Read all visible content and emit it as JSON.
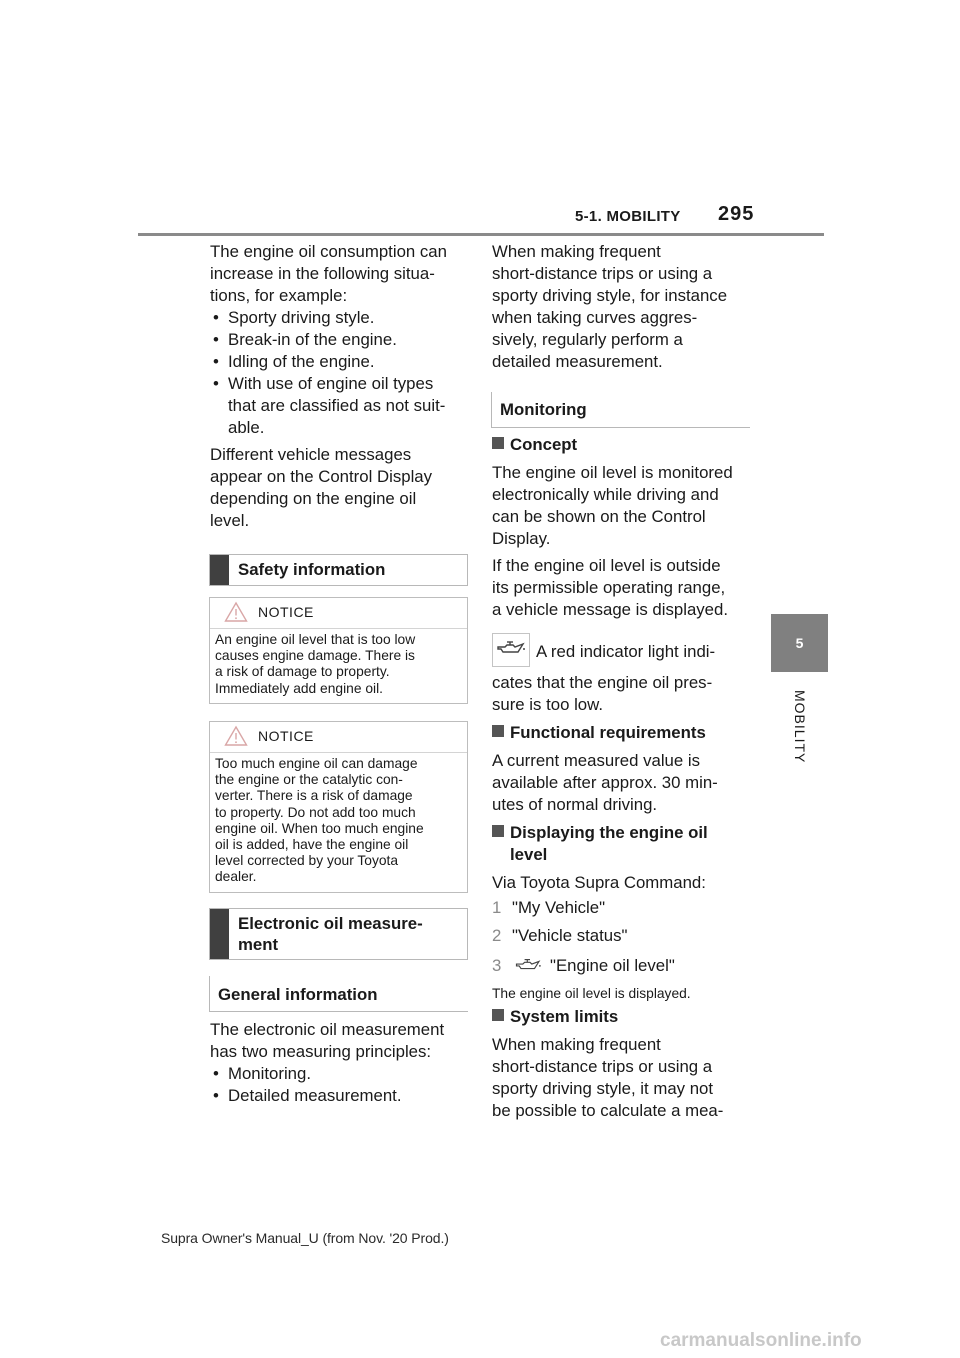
{
  "header": {
    "section": "5-1. MOBILITY",
    "page_number": "295"
  },
  "side": {
    "tab_number": "5",
    "label": "MOBILITY"
  },
  "left": {
    "intro": "The engine oil consumption can increase in the following situa-tions, for example:",
    "intro_lines": [
      "The engine oil consumption can",
      "increase in the following situa-",
      "tions, for example:"
    ],
    "bullets": [
      "Sporty driving style.",
      "Break-in of the engine.",
      "Idling of the engine.",
      "With use of engine oil types"
    ],
    "bullet4_cont": [
      "that are classified as not suit-",
      "able."
    ],
    "messages_lines": [
      "Different vehicle messages",
      "appear on the Control Display",
      "depending on the engine oil",
      "level."
    ],
    "safety_title": "Safety information",
    "notice1": {
      "label": "NOTICE",
      "lines": [
        "An engine oil level that is too low",
        "causes engine damage. There is",
        "a risk of damage to property.",
        "Immediately add engine oil."
      ]
    },
    "notice2": {
      "label": "NOTICE",
      "lines": [
        "Too much engine oil can damage",
        "the engine or the catalytic con-",
        "verter. There is a risk of damage",
        "to property. Do not add too much",
        "engine oil. When too much engine",
        "oil is added, have the engine oil",
        "level corrected by your Toyota",
        "dealer."
      ]
    },
    "electronic_title_lines": [
      "Electronic oil measure-",
      "ment"
    ],
    "general_title": "General information",
    "principles_lines": [
      "The electronic oil measurement",
      "has two measuring principles:"
    ],
    "principles_bullets": [
      "Monitoring.",
      "Detailed measurement."
    ]
  },
  "right": {
    "top_lines": [
      "When making frequent",
      "short-distance trips or using a",
      "sporty driving style, for instance",
      "when taking curves aggres-",
      "sively, regularly perform a",
      "detailed measurement."
    ],
    "monitoring_title": "Monitoring",
    "concept_heading": "Concept",
    "concept_lines": [
      "The engine oil level is monitored",
      "electronically while driving and",
      "can be shown on the Control",
      "Display."
    ],
    "outside_lines": [
      "If the engine oil level is outside",
      "its permissible operating range,",
      "a vehicle message is displayed."
    ],
    "indicator_first": "A red indicator light indi-",
    "indicator_lines": [
      "cates that the engine oil pres-",
      "sure is too low."
    ],
    "functional_heading": "Functional requirements",
    "functional_lines": [
      "A current measured value is",
      "available after approx. 30 min-",
      "utes of normal driving."
    ],
    "displaying_heading_lines": [
      "Displaying the engine oil",
      "level"
    ],
    "via": "Via Toyota Supra Command:",
    "steps": [
      {
        "num": "1",
        "text": "\"My Vehicle\""
      },
      {
        "num": "2",
        "text": "\"Vehicle status\""
      },
      {
        "num": "3",
        "text": "\"Engine oil level\""
      }
    ],
    "displayed_note": "The engine oil level is displayed.",
    "limits_heading": "System limits",
    "limits_lines": [
      "When making frequent",
      "short-distance trips or using a",
      "sporty driving style, it may not",
      "be possible to calculate a mea-"
    ]
  },
  "footer": {
    "text": "Supra Owner's Manual_U (from Nov. '20 Prod.)"
  },
  "watermark": "carmanualsonline.info",
  "icons": {
    "notice": "warning-triangle-icon",
    "oil": "oil-can-icon"
  }
}
